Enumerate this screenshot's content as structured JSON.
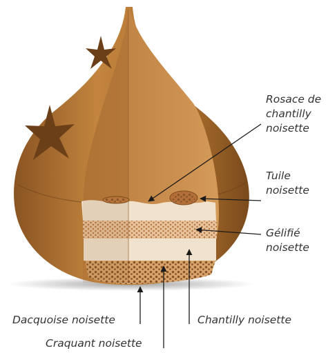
{
  "diagram": {
    "type": "pastry-cross-section",
    "colors": {
      "shell_dark": "#7a4a1c",
      "shell_mid": "#b07436",
      "shell_light": "#d9a060",
      "cutaway": "#c98a4a",
      "stars": "#6b3f17",
      "cream": "#f0e2cc",
      "gelifie": "#e3b98a",
      "dots": "#a8693a",
      "arrows": "#1a1a1a"
    },
    "labels": {
      "rosace": [
        "Rosace de",
        "chantilly",
        "noisette"
      ],
      "tuile": [
        "Tuile",
        "noisette"
      ],
      "gelifie": [
        "Gélifié",
        "noisette"
      ],
      "dacquoise": "Dacquoise noisette",
      "chantilly": "Chantilly noisette",
      "craquant": "Craquant noisette"
    }
  }
}
